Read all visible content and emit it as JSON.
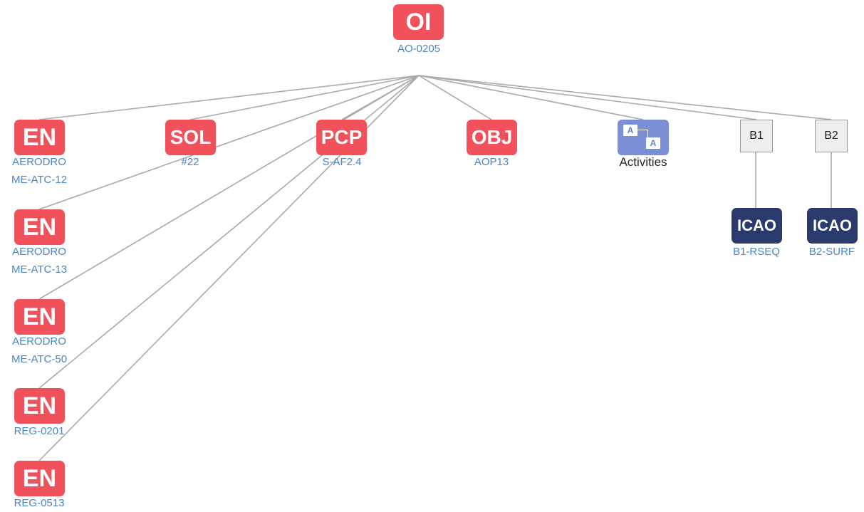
{
  "diagram": {
    "root": {
      "badge": "OI",
      "label": "AO-0205"
    },
    "nodes": [
      {
        "badge": "EN",
        "label": "AERODRO\nME-ATC-12"
      },
      {
        "badge": "SOL",
        "label": "#22"
      },
      {
        "badge": "PCP",
        "label": "S-AF2.4"
      },
      {
        "badge": "OBJ",
        "label": "AOP13"
      },
      {
        "badge": "",
        "label": "Activities"
      },
      {
        "badge": "B1",
        "label": ""
      },
      {
        "badge": "B2",
        "label": ""
      },
      {
        "badge": "EN",
        "label": "AERODRO\nME-ATC-13"
      },
      {
        "badge": "EN",
        "label": "AERODRO\nME-ATC-50"
      },
      {
        "badge": "EN",
        "label": "REG-0201"
      },
      {
        "badge": "EN",
        "label": "REG-0513"
      },
      {
        "badge": "ICAO",
        "label": "B1-RSEQ"
      },
      {
        "badge": "ICAO",
        "label": "B2-SURF"
      }
    ],
    "activities_icon": {
      "name": "activities-icon",
      "glyph": "A"
    },
    "colors": {
      "red": "#f0515a",
      "navy": "#2b3a6c",
      "activities": "#7a8fd6",
      "link_text": "#4a86c5",
      "edge": "#aaaaaa"
    }
  }
}
